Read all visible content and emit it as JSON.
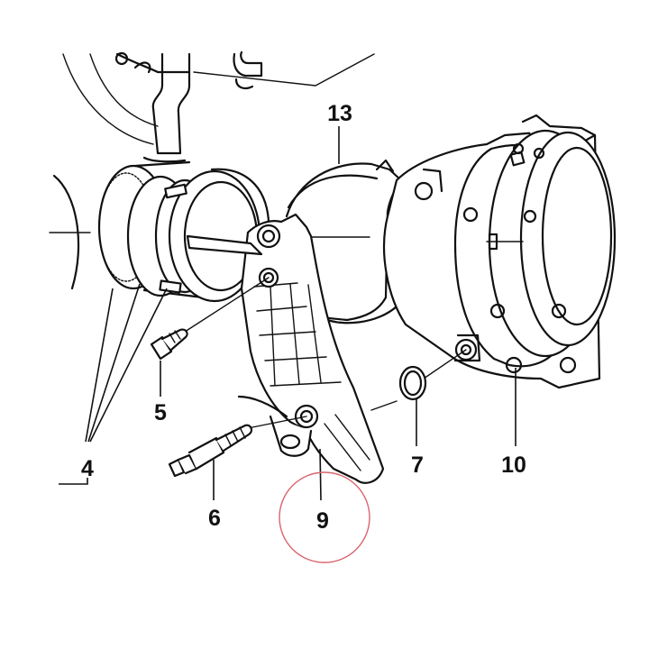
{
  "diagram": {
    "callouts": [
      {
        "id": "4",
        "label": "4"
      },
      {
        "id": "5",
        "label": "5"
      },
      {
        "id": "6",
        "label": "6"
      },
      {
        "id": "7",
        "label": "7"
      },
      {
        "id": "9",
        "label": "9"
      },
      {
        "id": "10",
        "label": "10"
      },
      {
        "id": "13",
        "label": "13"
      }
    ],
    "highlight": {
      "target": "9",
      "color": "#d9646e"
    },
    "line_color": "#111111"
  }
}
